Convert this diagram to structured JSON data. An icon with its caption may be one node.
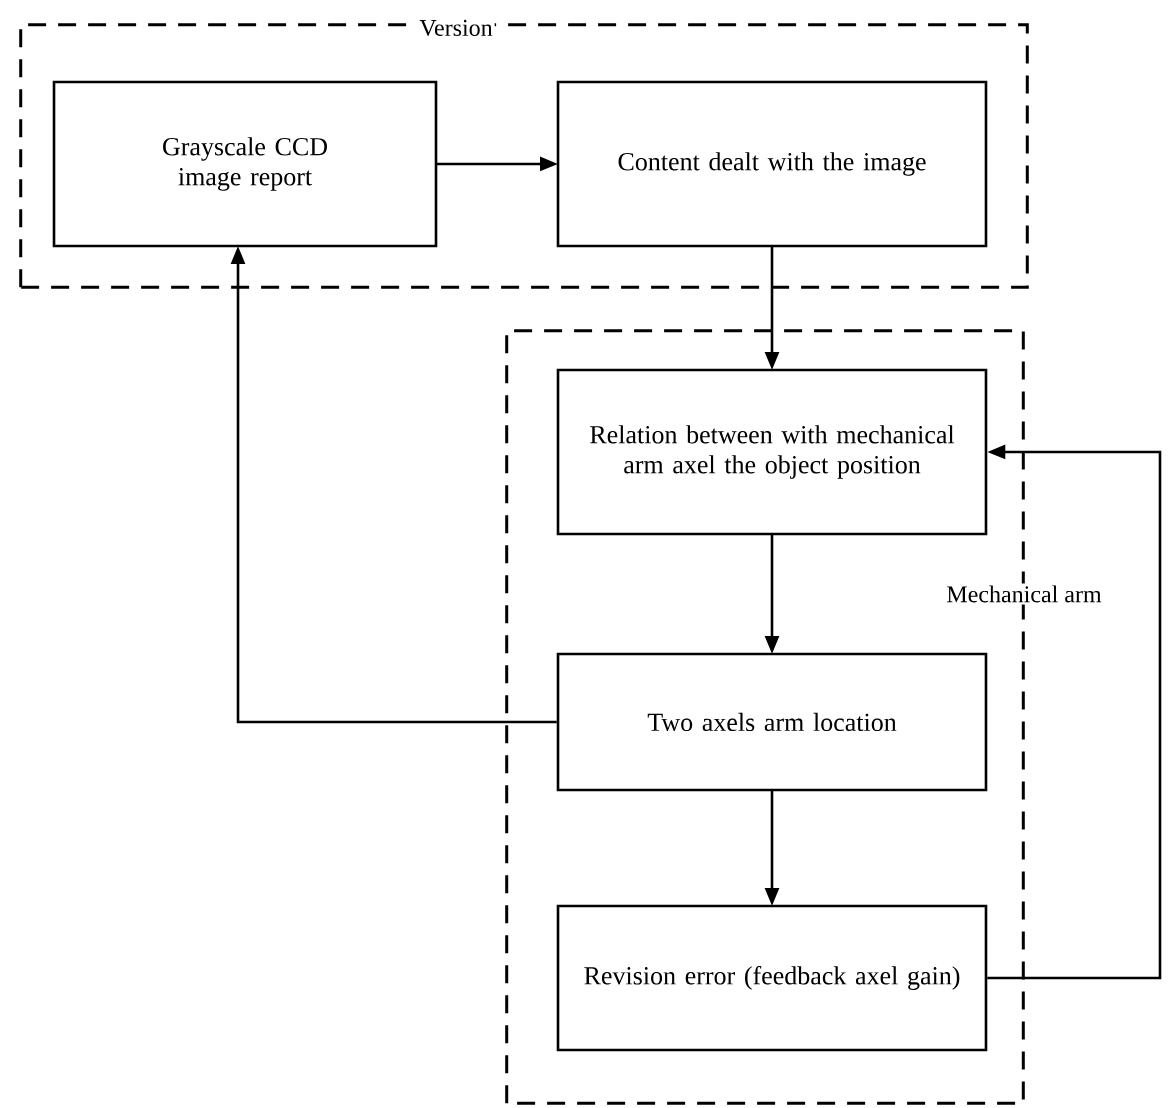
{
  "diagram": {
    "nodes": [
      {
        "text": [
          "Version"
        ]
      },
      {
        "text": [
          "Grayscale CCD image report"
        ],
        "in": 0
      },
      {
        "text": [
          "Content dealt with the image"
        ],
        "in": 0
      },
      {
        "text": [
          "Mechanical arm"
        ]
      },
      {
        "text": [
          "Relation between with mechanical arm axel the object position"
        ],
        "in": 3
      },
      {
        "text": [
          "Two axels arm location"
        ],
        "in": 3
      },
      {
        "text": [
          "Revision error (feedback axel gain)"
        ],
        "in": 3
      }
    ],
    "edges": [
      {
        "from": 1,
        "to": 2,
        "arrow": "to"
      },
      {
        "from": 2,
        "to": 4,
        "arrow": "to"
      },
      {
        "from": 4,
        "to": 5,
        "arrow": "to"
      },
      {
        "from": 5,
        "to": 6,
        "arrow": "to"
      },
      {
        "from": 5,
        "to": 1,
        "arrow": "to"
      },
      {
        "from": 6,
        "to": 4,
        "arrow": "to"
      }
    ]
  }
}
